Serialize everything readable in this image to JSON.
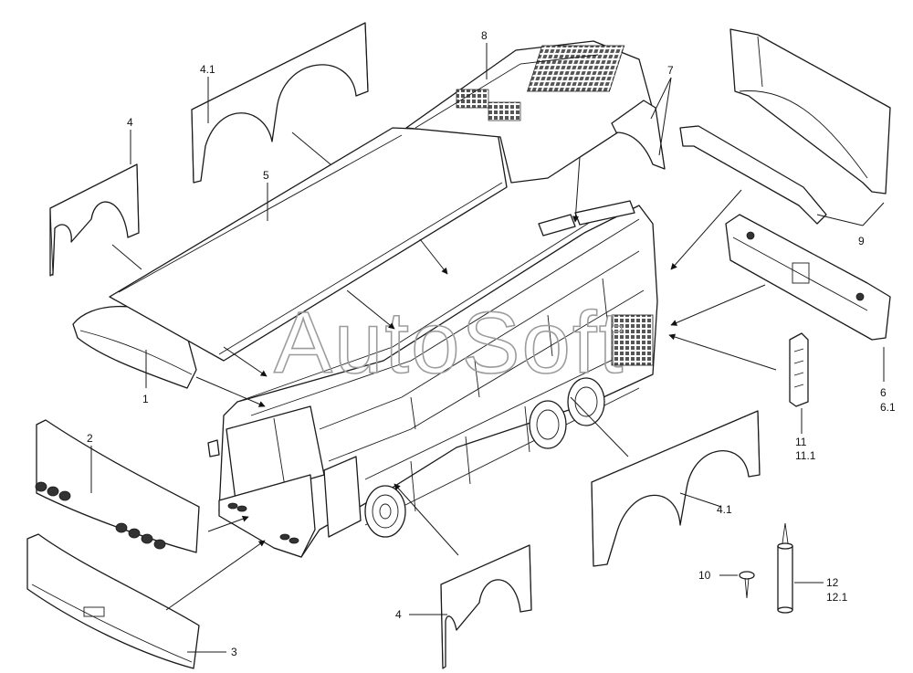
{
  "watermark": "AutoSoft",
  "labels": {
    "l1": "1",
    "l2": "2",
    "l3": "3",
    "l4_top": "4",
    "l4_bottom": "4",
    "l4_1_top": "4.1",
    "l4_1_bottom": "4.1",
    "l5": "5",
    "l6": "6",
    "l6_1": "6.1",
    "l7": "7",
    "l8": "8",
    "l9": "9",
    "l10": "10",
    "l11": "11",
    "l11_1": "11.1",
    "l12": "12",
    "l12_1": "12.1"
  }
}
